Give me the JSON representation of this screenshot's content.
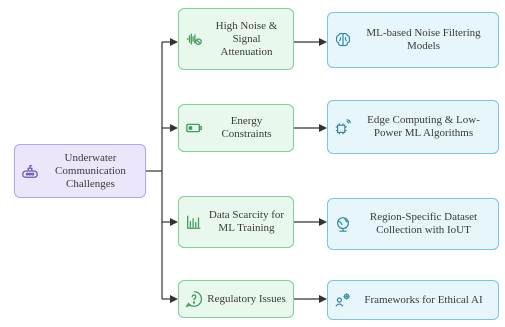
{
  "root": {
    "label": "Underwater Communication Challenges",
    "icon": "submarine-icon"
  },
  "challenges": [
    {
      "label": "High Noise & Signal Attenuation",
      "icon": "noise-wave-icon"
    },
    {
      "label": "Energy Constraints",
      "icon": "battery-icon"
    },
    {
      "label": "Data Scarcity for ML Training",
      "icon": "bar-chart-icon"
    },
    {
      "label": "Regulatory Issues",
      "icon": "question-bubble-icon"
    }
  ],
  "solutions": [
    {
      "label": "ML-based Noise Filtering Models",
      "icon": "brain-icon"
    },
    {
      "label": "Edge Computing & Low-Power ML Algorithms",
      "icon": "chip-signal-icon"
    },
    {
      "label": "Region-Specific Dataset Collection with IoUT",
      "icon": "globe-icon"
    },
    {
      "label": "Frameworks for Ethical AI",
      "icon": "people-gear-icon"
    }
  ],
  "colors": {
    "root_fill": "#ece6fb",
    "challenge_fill": "#e8f8ec",
    "solution_fill": "#e6f6fb",
    "connector": "#333333"
  }
}
